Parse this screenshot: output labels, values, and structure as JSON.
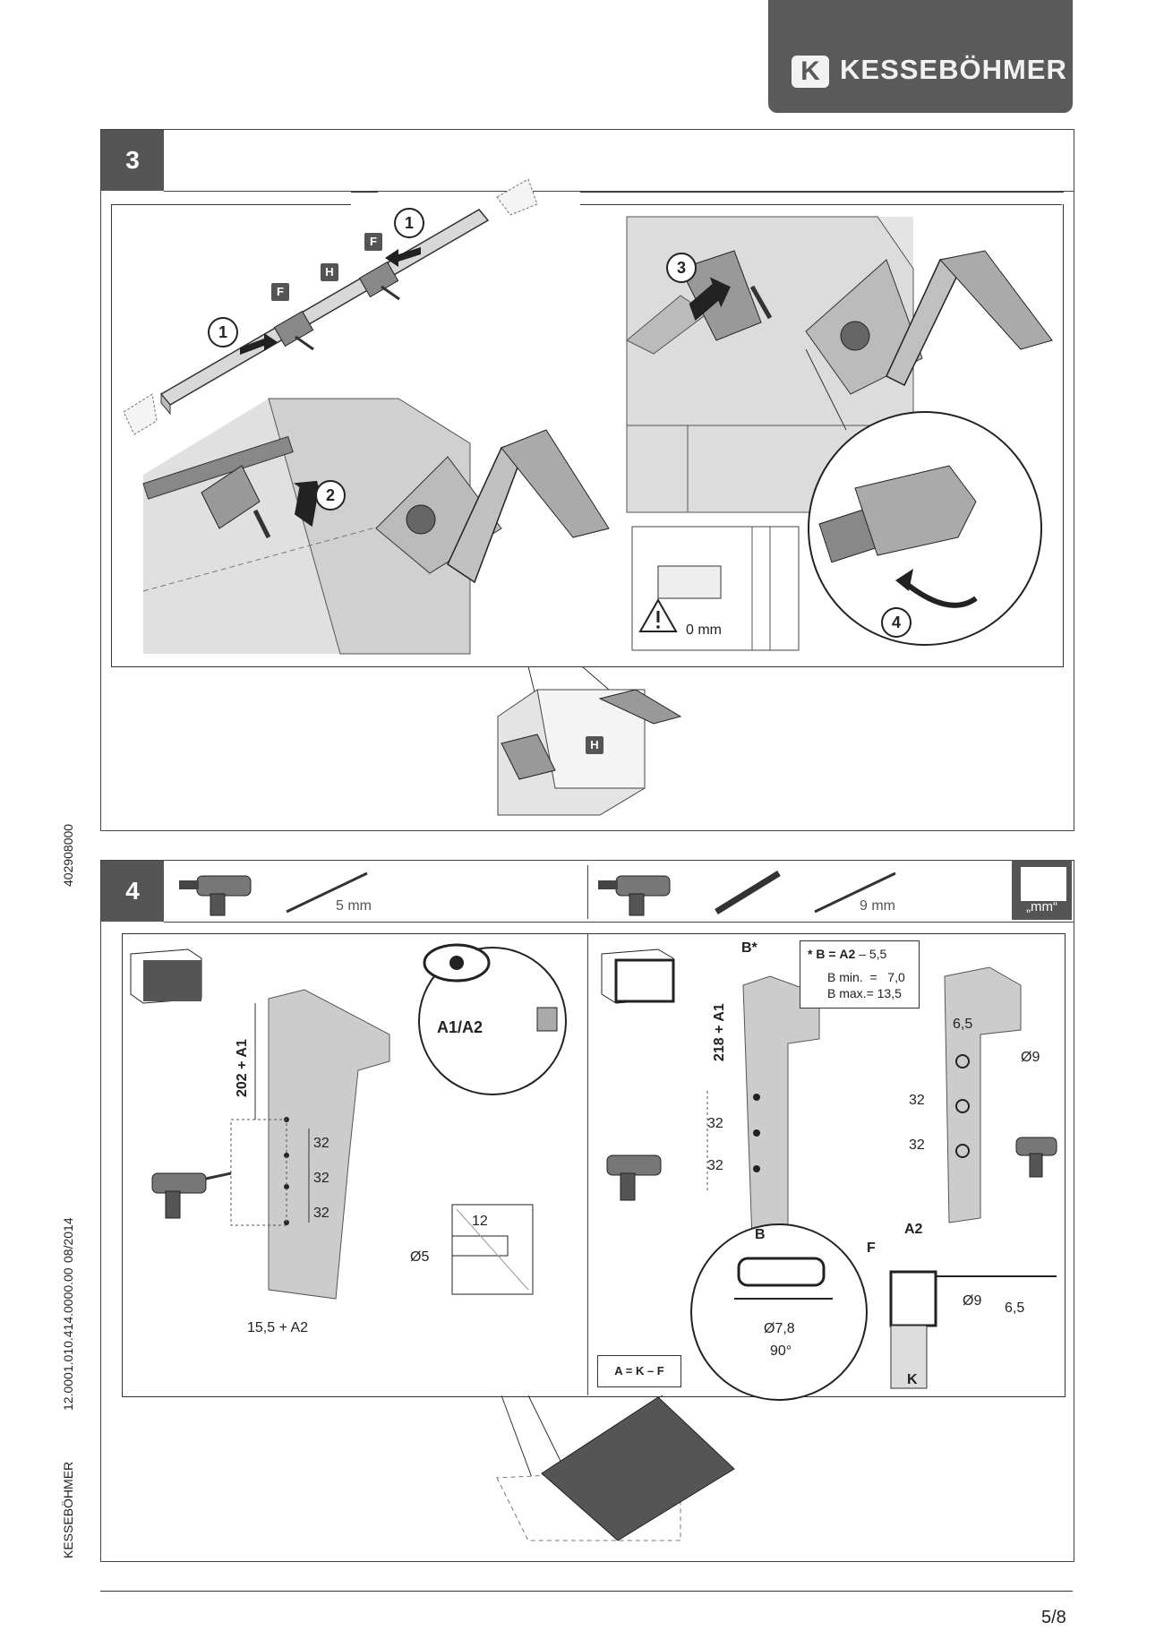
{
  "brand": {
    "logo_letter": "K",
    "name": "KESSEBÖHMER"
  },
  "side": {
    "doc_number": "402908000",
    "article_number": "12.0001.010.414.0000.00",
    "date": "08/2014",
    "company": "KESSEBÖHMER"
  },
  "step3": {
    "number": "3",
    "parts": {
      "F": "F",
      "H": "H"
    },
    "callouts": [
      "1",
      "1",
      "2",
      "3",
      "4"
    ],
    "gap_label": "0 mm"
  },
  "step4": {
    "number": "4",
    "drill_bit_left": "5 mm",
    "drill_bit_right": "9 mm",
    "unit_badge": "„mm“",
    "left": {
      "dim_vertical": "202 + A1",
      "spacing": [
        "32",
        "32",
        "32"
      ],
      "dim_bottom": "15,5 + A2",
      "detail_label": "A1/A2",
      "hole_depth": "12",
      "hole_diameter": "Ø5"
    },
    "right": {
      "b_star": "B*",
      "formula_line1_prefix": "* B =",
      "formula_line1_bold": "A2",
      "formula_line1_suffix": "– 5,5",
      "formula_line2": "B min.  =   7,0",
      "formula_line3": "B max.= 13,5",
      "dim_vertical": "218 + A1",
      "spacing": [
        "32",
        "32"
      ],
      "rail_width": "6,5",
      "hole_diameter": "Ø9",
      "rail_spacing": [
        "32",
        "32"
      ],
      "detail_B": "B",
      "detail_diameter": "Ø7,8",
      "detail_angle": "90°",
      "label_A2": "A2",
      "label_F": "F",
      "label_d9": "Ø9",
      "label_65": "6,5",
      "label_K": "K",
      "formula_A": "A = K – F"
    }
  },
  "footer": {
    "page": "5/8"
  }
}
